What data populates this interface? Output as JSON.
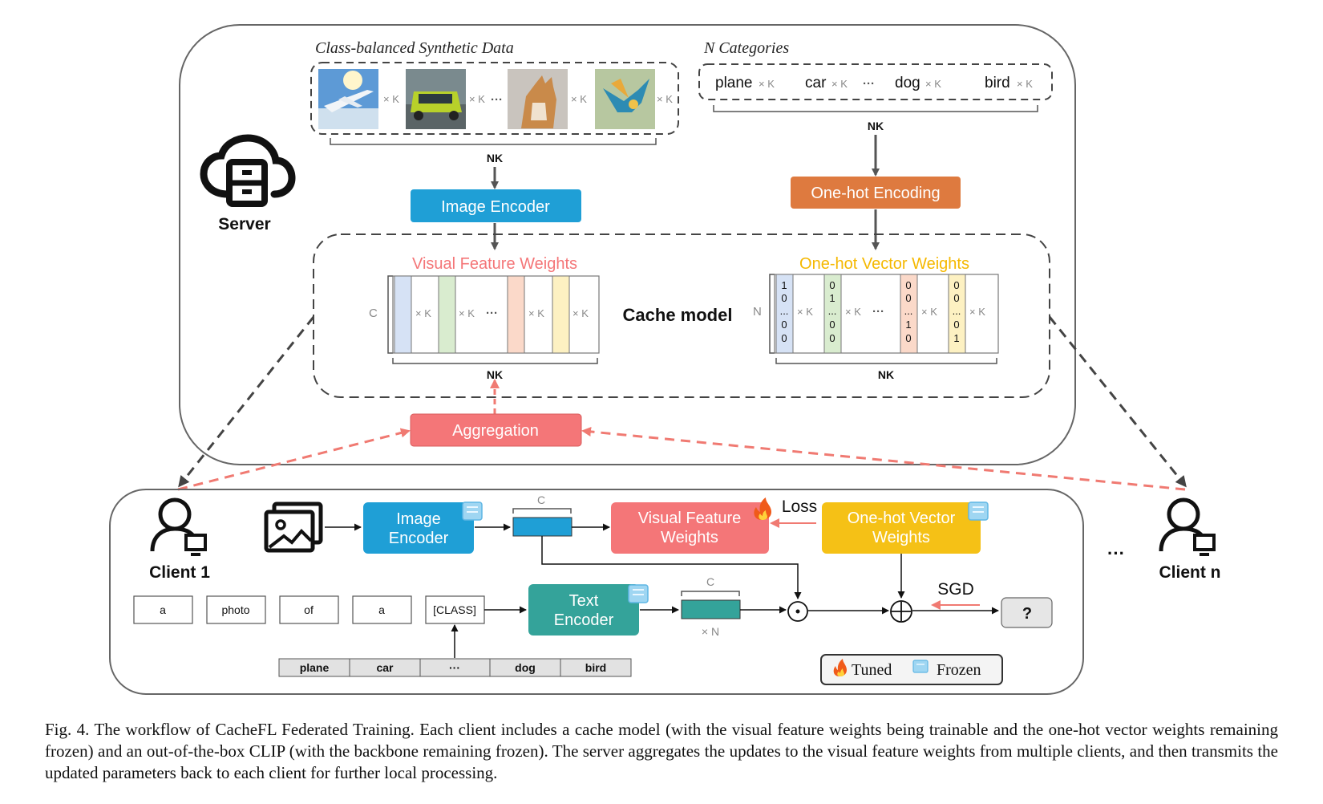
{
  "server": {
    "title": "Server",
    "synthetic_title": "Class-balanced Synthetic Data",
    "categories_title": "N Categories",
    "times_k": "× K",
    "ellipsis": "···",
    "images": [
      "airplane",
      "car",
      "dog",
      "bird"
    ],
    "categories": [
      "plane",
      "car",
      "dog",
      "bird"
    ],
    "nk": "NK",
    "image_encoder": "Image Encoder",
    "onehot_encoding": "One-hot Encoding",
    "cache_model": "Cache model",
    "visual_weights_title": "Visual Feature Weights",
    "onehot_weights_title": "One-hot Vector Weights",
    "dim_c": "C",
    "dim_n": "N",
    "onehot_cols": [
      [
        "1",
        "0",
        "...",
        "0",
        "0"
      ],
      [
        "0",
        "1",
        "...",
        "0",
        "0"
      ],
      [
        "0",
        "0",
        "...",
        "1",
        "0"
      ],
      [
        "0",
        "0",
        "...",
        "0",
        "1"
      ]
    ],
    "aggregation": "Aggregation"
  },
  "client": {
    "client1": "Client 1",
    "clientn": "Client n",
    "dots": "···",
    "image_encoder": [
      "Image",
      "Encoder"
    ],
    "text_encoder": [
      "Text",
      "Encoder"
    ],
    "visual_weights": [
      "Visual Feature",
      "Weights"
    ],
    "onehot_weights": [
      "One-hot Vector",
      "Weights"
    ],
    "loss": "Loss",
    "sgd": "SGD",
    "question": "?",
    "dim_c": "C",
    "times_n": "× N",
    "prompt_tokens": [
      "a",
      "photo",
      "of",
      "a",
      "[CLASS]"
    ],
    "class_table": [
      "plane",
      "car",
      "···",
      "dog",
      "bird"
    ],
    "legend_tuned": "Tuned",
    "legend_frozen": "Frozen"
  },
  "colors": {
    "blue": "#1f9fd6",
    "orange": "#de7a3f",
    "red": "#f47678",
    "yellow": "#f5c116",
    "teal": "#34a39a",
    "visual_title": "#f47678",
    "onehot_title": "#f5b800"
  },
  "caption": "Fig. 4.  The workflow of CacheFL Federated Training. Each client includes a cache model (with the visual feature weights being trainable and the one-hot vector weights remaining frozen) and an out-of-the-box CLIP (with the backbone remaining frozen). The server aggregates the updates to the visual feature weights from multiple clients, and then transmits the updated parameters back to each client for further local processing."
}
